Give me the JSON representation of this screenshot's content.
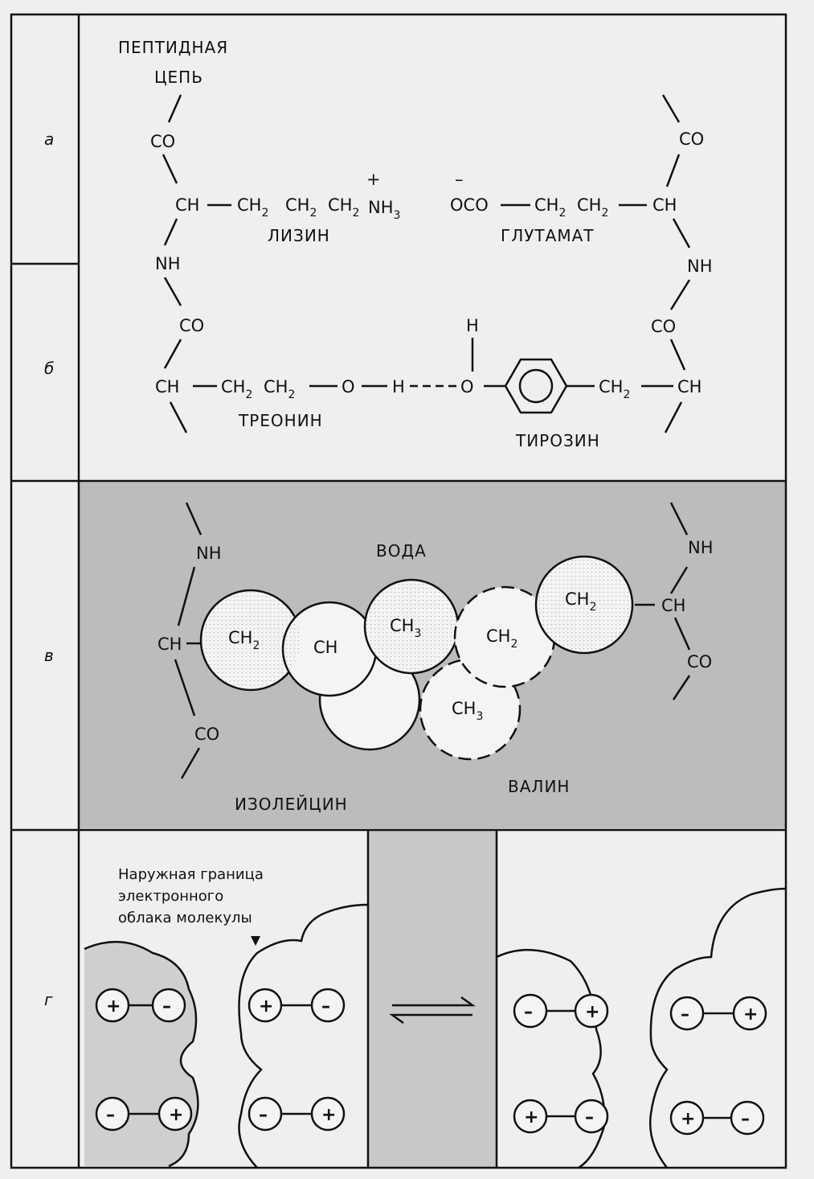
{
  "rows": {
    "a": "а",
    "b": "б",
    "v": "в",
    "g": "г"
  },
  "peptide": {
    "line1": "ПЕПТИДНАЯ",
    "line2": "ЦЕПЬ"
  },
  "groups": {
    "co": "CO",
    "ch": "CH",
    "nh": "NH",
    "ch2": "CH",
    "ch3": "CH",
    "sub2": "2",
    "sub3": "3",
    "nh3": "NH",
    "oco": "OCO",
    "o": "O",
    "h": "H",
    "plus": "+",
    "minus": "–"
  },
  "labels": {
    "lysine": "ЛИЗИН",
    "glutamate": "ГЛУТАМАТ",
    "threonine": "ТРЕОНИН",
    "tyrosine": "ТИРОЗИН",
    "water": "ВОДА",
    "isoleucine": "ИЗОЛЕЙЦИН",
    "valine": "ВАЛИН"
  },
  "annotation": {
    "line1": "Наружная граница",
    "line2": "электронного",
    "line3": "облака молекулы"
  },
  "colors": {
    "paper": "#efefef",
    "gray_panel": "#bcbcbc",
    "gray_mid": "#c8c8c8",
    "ink": "#111111"
  }
}
